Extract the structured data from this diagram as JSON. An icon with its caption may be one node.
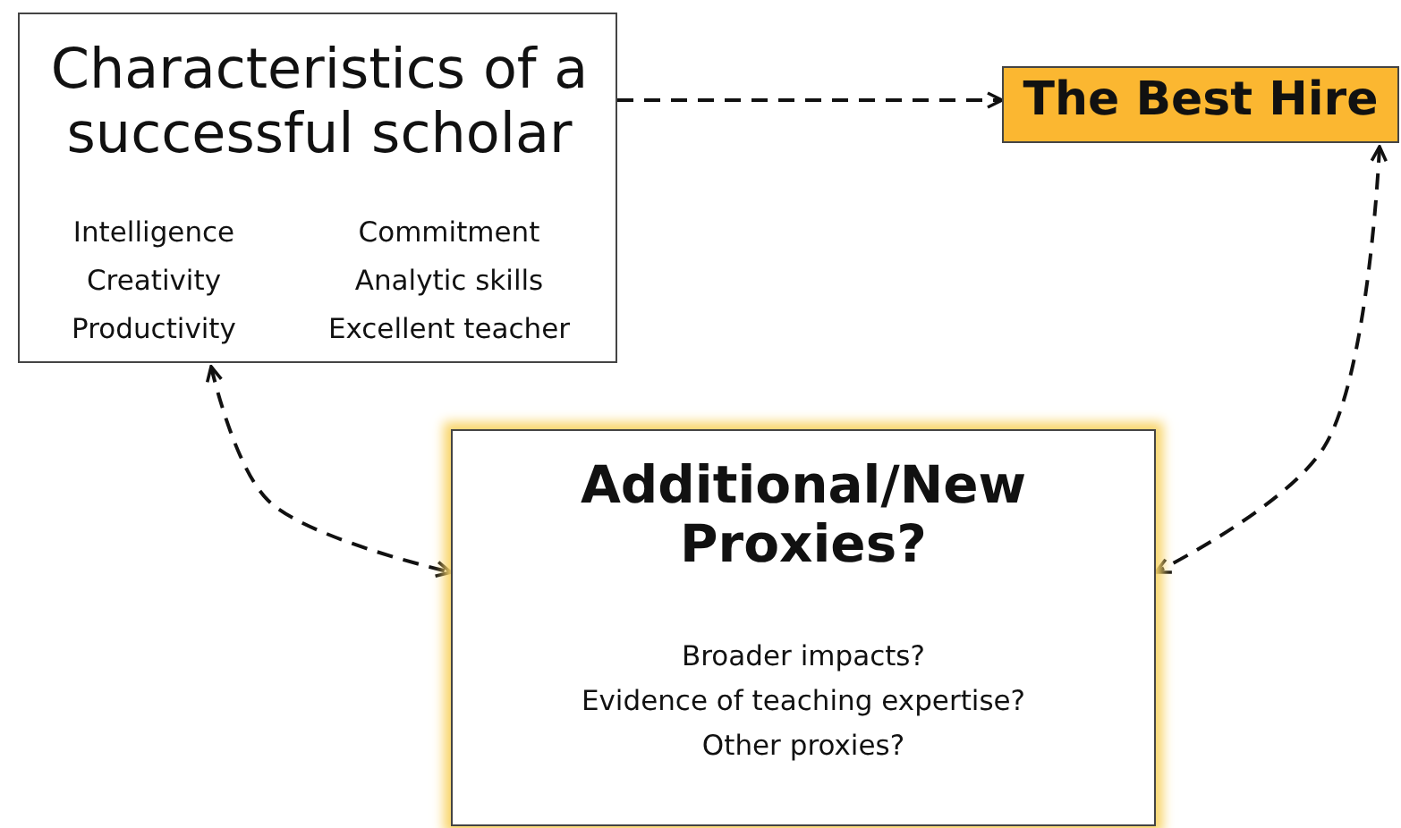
{
  "diagram": {
    "nodes": [
      {
        "text": [
          "Characteristics of a successful scholar",
          "Intelligence",
          "Commitment",
          "Creativity",
          "Analytic skills",
          "Productivity",
          "Excellent teacher"
        ]
      },
      {
        "text": [
          "The Best Hire"
        ]
      },
      {
        "text": [
          "Additional/New Proxies?",
          "Broader impacts?",
          "Evidence of teaching expertise?",
          "Other proxies?"
        ]
      }
    ],
    "edges": [
      {
        "from": 0,
        "to": 1,
        "arrow": "to",
        "style": "dashed"
      },
      {
        "from": 0,
        "to": 2,
        "arrow": "both",
        "style": "dashed"
      },
      {
        "from": 1,
        "to": 2,
        "arrow": "both",
        "style": "dashed"
      }
    ]
  }
}
